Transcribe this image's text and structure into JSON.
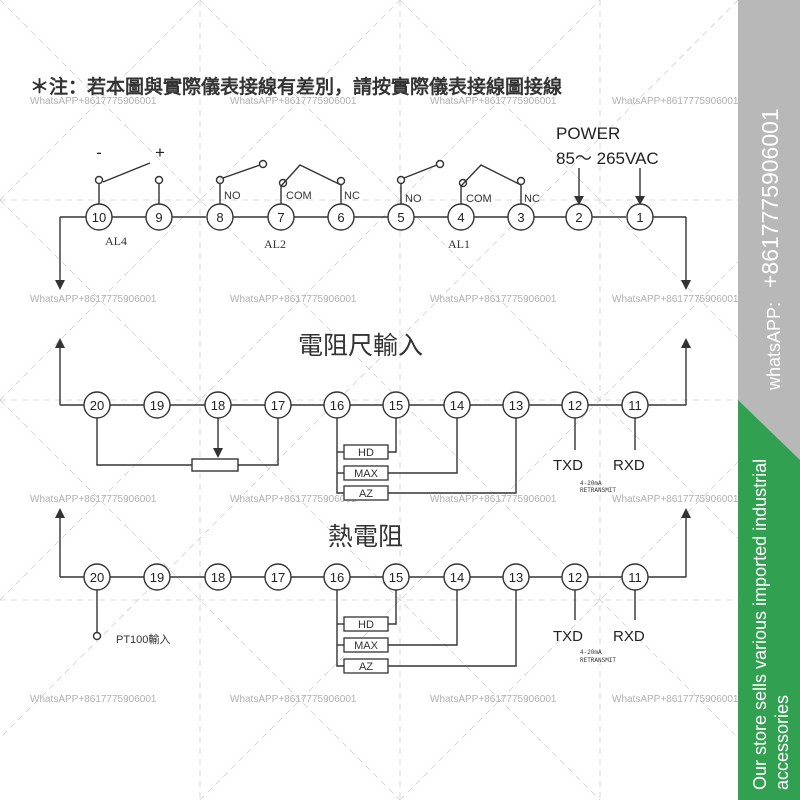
{
  "note": "＊注：若本圖與實際儀表接線有差別，請按實際儀表接線圖接線",
  "power": {
    "label": "POWER",
    "range": "85～ 265VAC"
  },
  "alarms": {
    "al4": {
      "label": "AL4",
      "minus": "-",
      "plus": "+"
    },
    "al2": {
      "label": "AL2",
      "no": "NO",
      "com": "COM",
      "nc": "NC"
    },
    "al1": {
      "label": "AL1",
      "no": "NO",
      "com": "COM",
      "nc": "NC"
    }
  },
  "top_terminals": [
    "10",
    "9",
    "8",
    "7",
    "6",
    "5",
    "4",
    "3",
    "2",
    "1"
  ],
  "sections": {
    "resistance_ruler": {
      "title": "電阻尺輸入",
      "terminals": [
        "20",
        "19",
        "18",
        "17",
        "16",
        "15",
        "14",
        "13",
        "12",
        "11"
      ],
      "inputs": [
        "HD",
        "MAX",
        "AZ"
      ],
      "txd": "TXD",
      "rxd": "RXD",
      "retransmit": [
        "4-20mA",
        "RETRANSMIT"
      ]
    },
    "thermal_resistor": {
      "title": "熱電阻",
      "terminals": [
        "20",
        "19",
        "18",
        "17",
        "16",
        "15",
        "14",
        "13",
        "12",
        "11"
      ],
      "inputs": [
        "HD",
        "MAX",
        "AZ"
      ],
      "txd": "TXD",
      "rxd": "RXD",
      "retransmit": [
        "4-20mA",
        "RETRANSMIT"
      ],
      "pt100": "PT100輸入"
    }
  },
  "watermark": "WhatsAPP+8617775906001",
  "sidebar": {
    "phone": "+8617775906001",
    "whatsapp_label": "whatsAPP:",
    "store_line1": "Our store sells various imported industrial",
    "store_line2": "accessories",
    "colors": {
      "top": "#b8b8b8",
      "bottom": "#31a151"
    }
  }
}
